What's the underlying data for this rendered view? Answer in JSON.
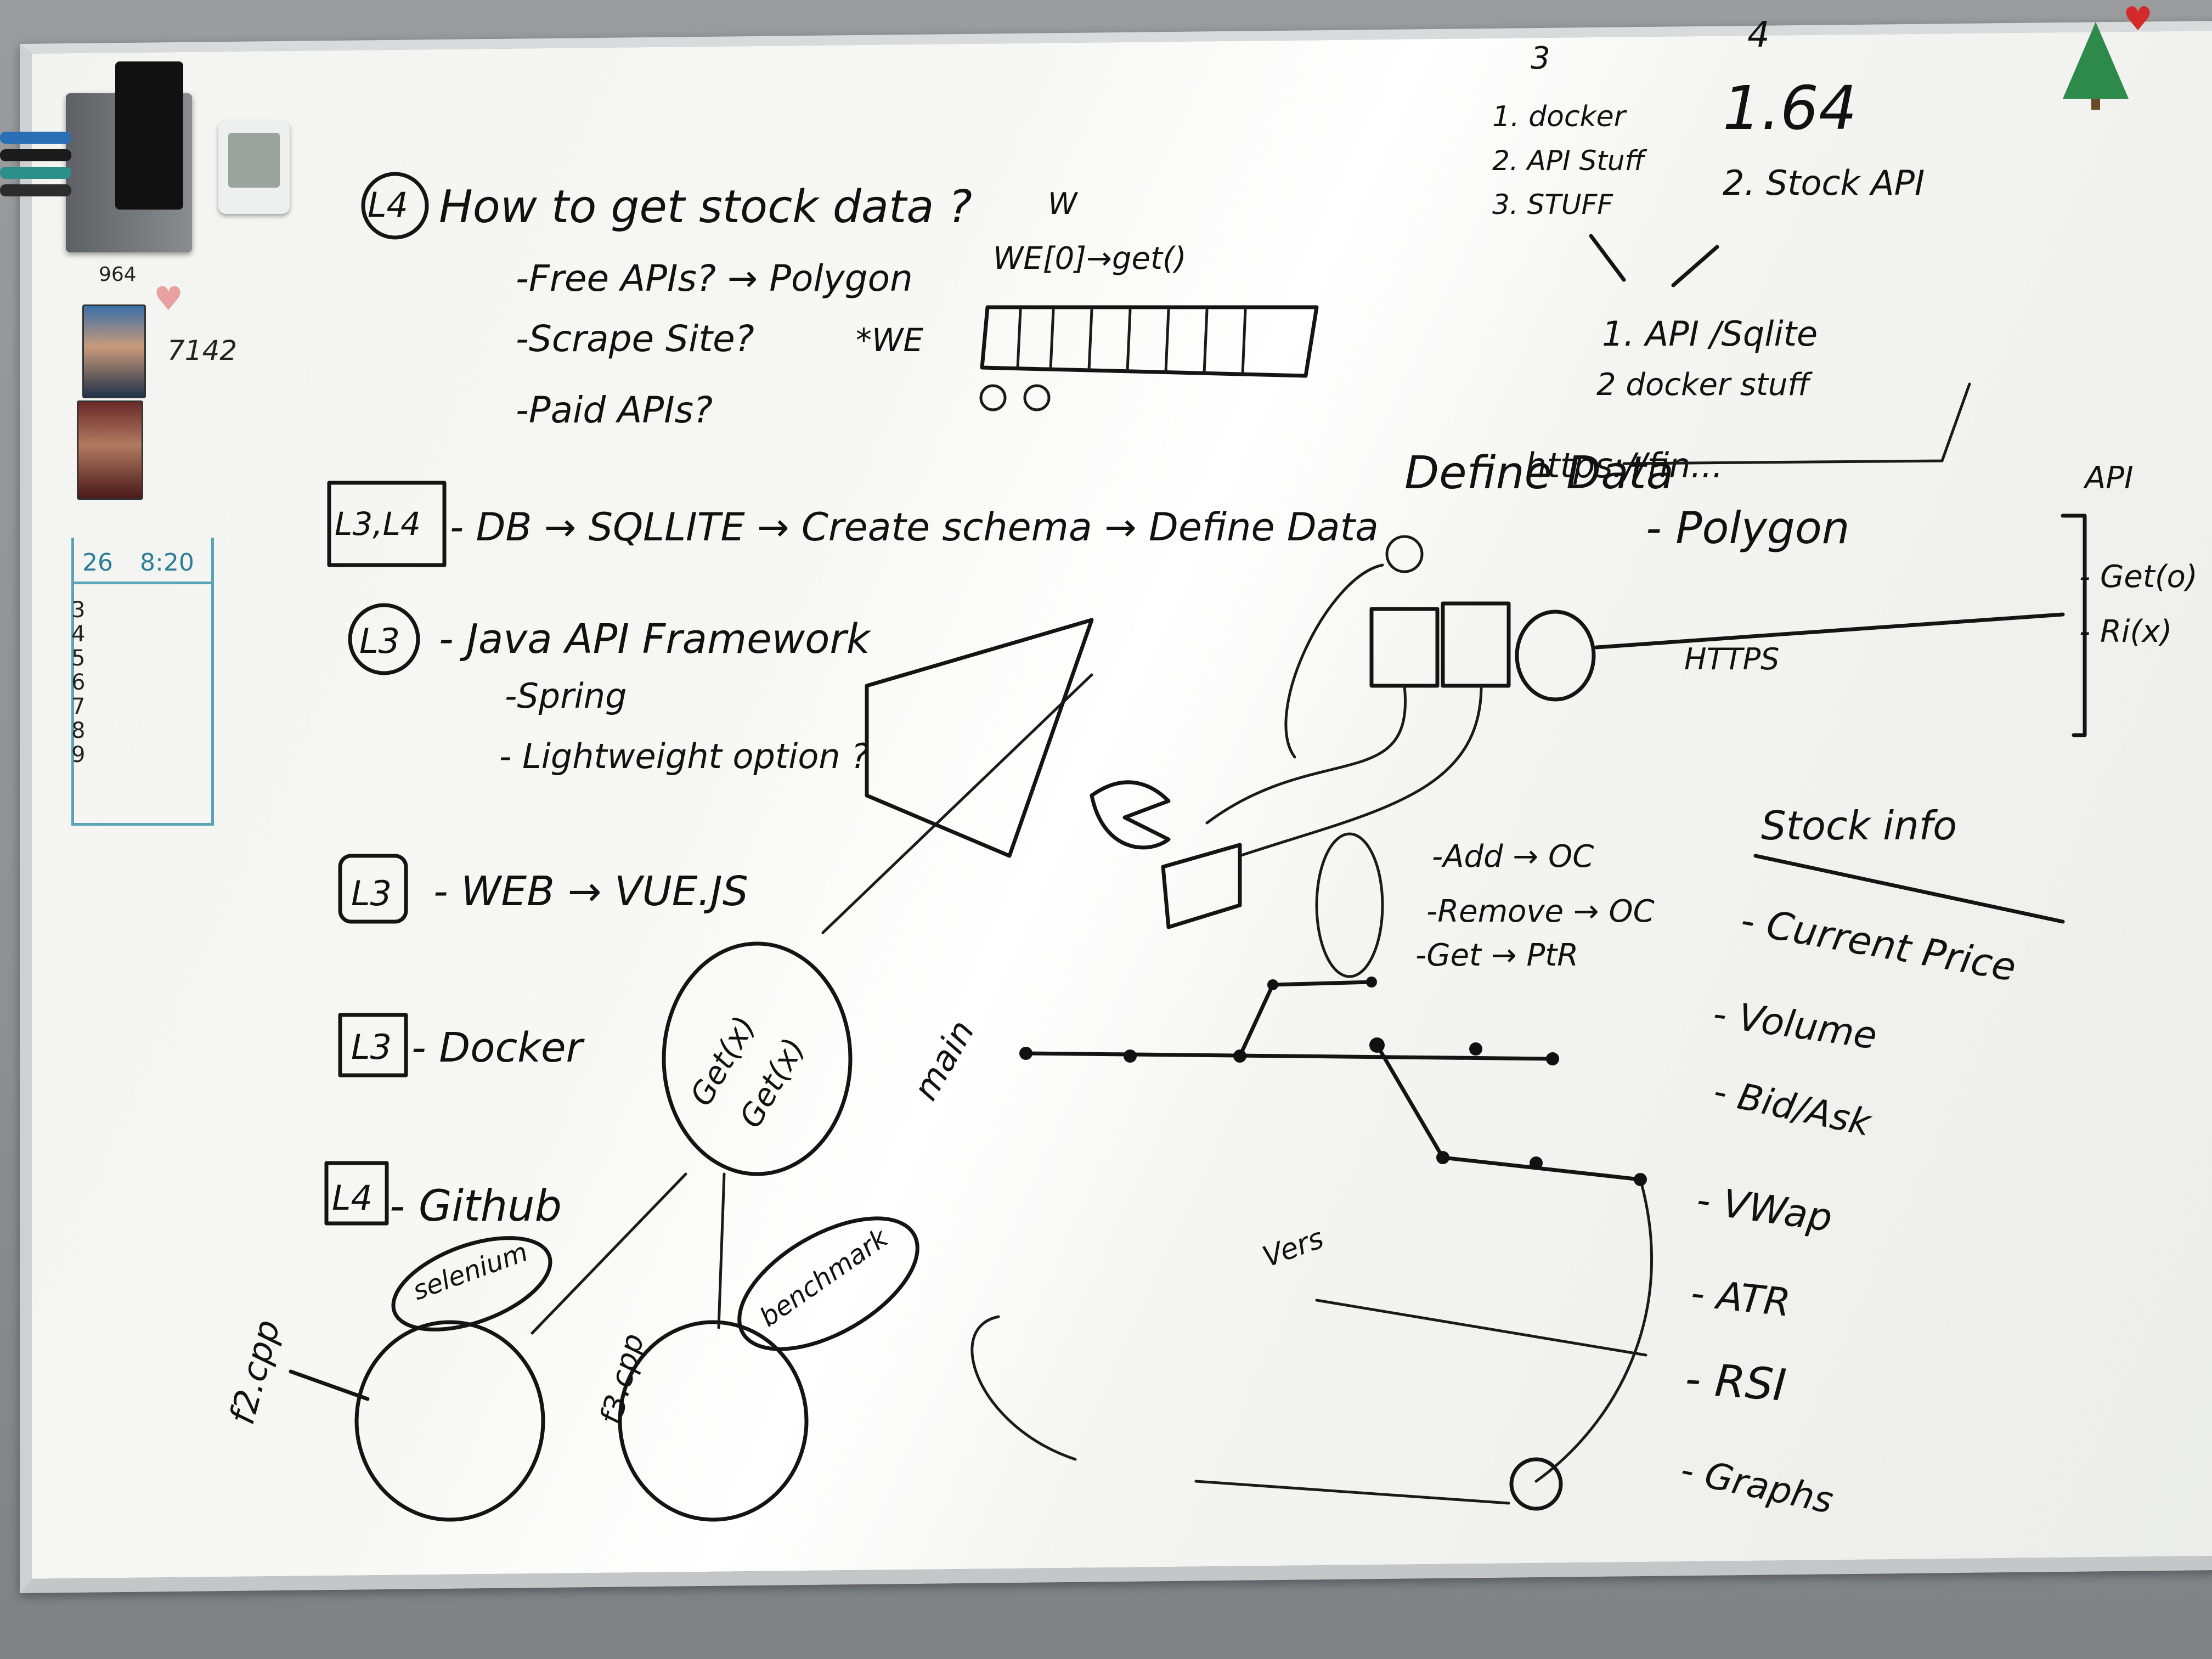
{
  "board": {
    "top_left": {
      "label_l4": "L4",
      "question": "How to get stock data ?",
      "free_apis": "-Free APIs? → Polygon",
      "scrape": "-Scrape Site?",
      "paid": "-Paid APIs?"
    },
    "array_note": {
      "w_label": "W",
      "call": "WE[0]→get()",
      "we_label": "*WE"
    },
    "rows": [
      {
        "tag": "L3,L4",
        "text": "- DB → SQLLITE → Create schema → Define Data"
      },
      {
        "tag": "L3",
        "text": "- Java API Framework"
      },
      {
        "tag": "L3",
        "text": "- WEB → VUE.JS"
      },
      {
        "tag": "L3",
        "text": "- Docker"
      },
      {
        "tag": "L4",
        "text": "- Github"
      }
    ],
    "java_sub": [
      "-Spring",
      "- Lightweight option ?"
    ],
    "define_data": "Define Data",
    "top_right": {
      "col3_header": "3",
      "col4_header": "4",
      "col3": [
        "1. docker",
        "2. API Stuff",
        "3. STUFF"
      ],
      "col4": [
        "1.64",
        "2. Stock API"
      ],
      "merged": [
        "1. API /Sqlite",
        "2 docker stuff"
      ],
      "url": "https://fin...",
      "polygon": "- Polygon",
      "api_box": [
        "API",
        "- Get(o)",
        "- Ri(x)"
      ],
      "https": "HTTPS"
    },
    "branch_ops": [
      "-Add → OC",
      "-Remove → OC",
      "-Get → PtR"
    ],
    "main_label": "main",
    "stock_info": {
      "title": "Stock info",
      "items": [
        "- Current Price",
        "- Volume",
        "- Bid/Ask",
        "- VWap",
        "- ATR",
        "- RSI",
        "- Graphs"
      ]
    },
    "graph_labels": [
      "Get(x)",
      "Get(x)",
      "selenium",
      "benchmark",
      "f2.cpp",
      "f3.cpp",
      "Vers"
    ],
    "left_lane": {
      "header": [
        "26",
        "8:20"
      ],
      "numbers": [
        "3",
        "4",
        "5",
        "6",
        "7",
        "8",
        "9"
      ]
    },
    "fridge_notes": [
      "964",
      "7142"
    ]
  },
  "colors": {
    "board": "#f5f5f3",
    "ink": "#141414",
    "lane": "#5aa3b5",
    "heart": "#e06a6a",
    "tree": "#2d8a4a"
  }
}
